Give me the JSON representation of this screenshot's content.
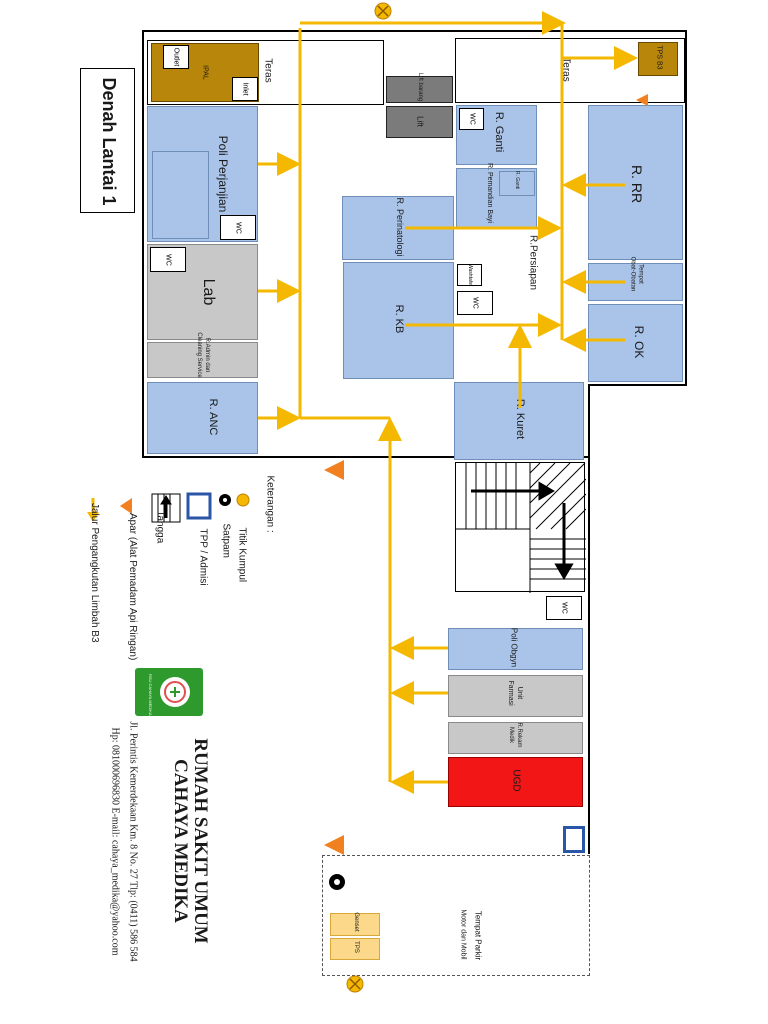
{
  "title": "Denah Lantai 1",
  "rooms": {
    "teras_left": "Teras",
    "teras_right": "Teras",
    "outlet": "Outlet",
    "ipal": "IPAL",
    "inlet": "Inlet",
    "tps_b3": "TPS B3",
    "lift_barang": "Lift barang",
    "lift": "Lift",
    "poli_perjanjian": "Poli Perjanjian",
    "lab": "Lab",
    "r_admin_cleaning": "R.Admin dan Cleaning Service",
    "r_anc": "R. ANC",
    "r_ganti": "R. Ganti",
    "r_pemandian_bayi": "R. Pemandian Bayi",
    "r_ganti_small": "R. Ganti",
    "r_perinatologi": "R. Perinatologi",
    "r_kb": "R. KB",
    "r_rr": "R. RR",
    "r_persiapan": "R.Persiapan",
    "tempat_obat": "Tempat Obat-Obatan",
    "r_ok": "R. OK",
    "washtafel": "Washtafel",
    "r_kuret": "R. Kuret",
    "poli_obgyn": "Poli Obgyn",
    "unit_farmasi": "Unit Farmasi",
    "r_rekam_medik": "R.Rekam Medik",
    "ugd": "UGD",
    "tempat_parkir": "Tempat Parkir",
    "motor_mobil": "Motor dan Mobil",
    "genset": "Genset",
    "tps": "TPS",
    "wc": "WC"
  },
  "legend": {
    "heading": "Keterangan :",
    "items": [
      {
        "label": "Titik Kumpul",
        "icon": "assembly-point-icon"
      },
      {
        "label": "Satpam",
        "icon": "security-post-icon"
      },
      {
        "label": "TPP / Admisi",
        "icon": "admission-box-icon"
      },
      {
        "label": "Tangga",
        "icon": "stairs-icon"
      },
      {
        "label": "Apar (Alat Pemadam Api Ringan)",
        "icon": "fire-extinguisher-icon"
      },
      {
        "label": "Jalur Pengangkutan Limbah B3",
        "icon": "waste-route-arrow-icon"
      }
    ]
  },
  "hospital": {
    "name_line1": "RUMAH SAKIT UMUM",
    "name_line2": "CAHAYA MEDIKA",
    "address": "Jl. Perintis Kemerdekaan Km. 8 No. 27 Tlp: (0411) 586 584",
    "contact": "Hp: 081000696830 E-mail: cahaya_medika@yahoo.com",
    "logo_text": "RSU CAHAYA MEDIKA"
  },
  "colors": {
    "route": "#f5b800",
    "room_blue": "#a9c4e8",
    "ugd_red": "#f21616",
    "gold": "#b8860b",
    "apar": "#f08020",
    "logo_green": "#2e9a2e"
  }
}
